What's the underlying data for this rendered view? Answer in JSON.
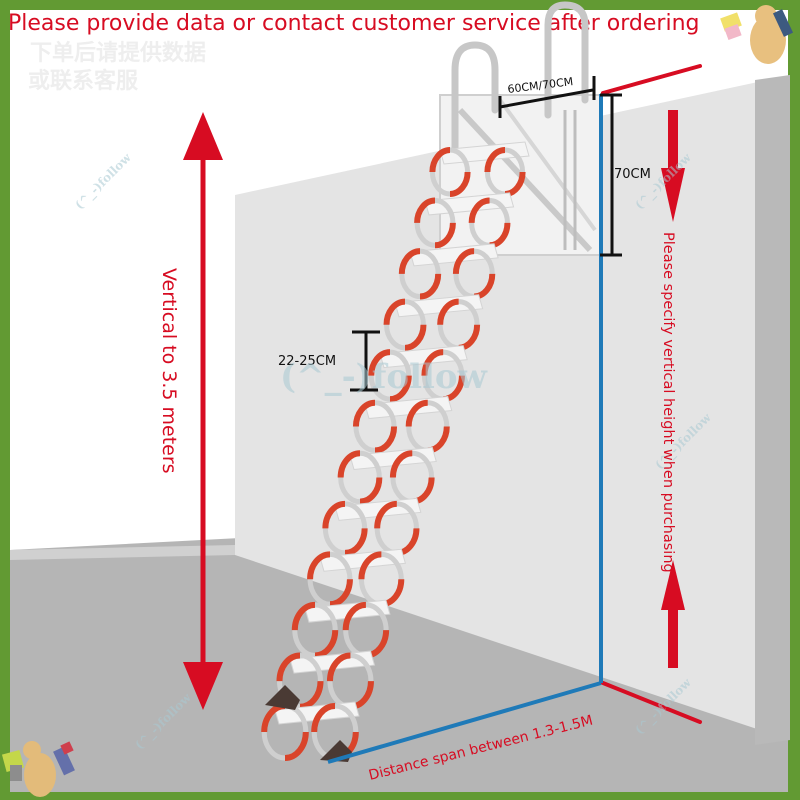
{
  "header": {
    "banner": "Please provide data or contact customer service after ordering",
    "cjk_line1": "下单后请提供数据",
    "cjk_line2": "或联系客服"
  },
  "annotations": {
    "vertical_height": "Vertical to 3.5 meters",
    "specify_height": "Please specify vertical height when purchasing",
    "width": "60CM/70CM",
    "box_height": "70CM",
    "step_spacing": "22-25CM",
    "distance_span": "Distance span between 1.3-1.5M"
  },
  "watermark": {
    "text": "(^_-)follow"
  },
  "colors": {
    "border": "#629a33",
    "accent_red": "#d70c22",
    "measure_blue": "#1f7ab8",
    "ladder_orange": "#d9442a",
    "wall": "#e6e6e6",
    "floor": "#b5b5b5"
  }
}
